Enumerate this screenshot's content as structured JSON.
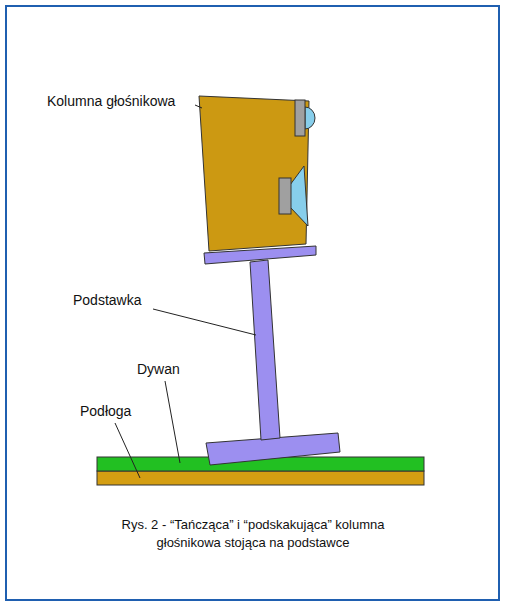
{
  "diagram": {
    "caption": "Rys. 2 - “Tańcząca” i “podskakująca” kolumna głośnikowa stojąca na podstawce",
    "labels": [
      "Kolumna głośnikowa",
      "Podstawka",
      "Dywan",
      "Podłoga"
    ]
  }
}
